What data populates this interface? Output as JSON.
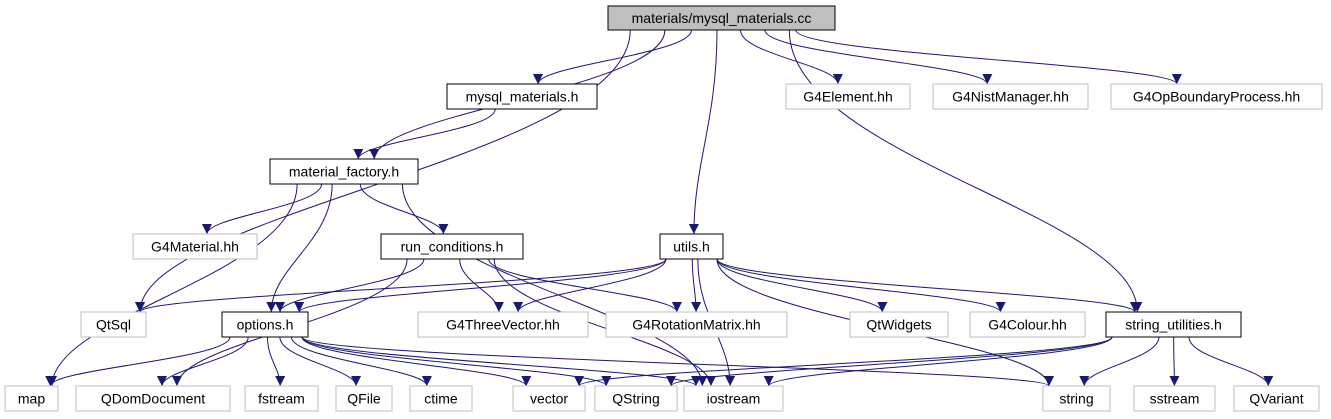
{
  "graph": {
    "colors": {
      "edge": "#191970",
      "root_fill": "#bfbfbf",
      "root_border": "#000000",
      "documented_border": "#000000",
      "external_border": "#bfbfbf",
      "fill": "#ffffff"
    },
    "nodes": [
      {
        "id": "root",
        "label": "materials/mysql_materials.cc",
        "kind": "root"
      },
      {
        "id": "mysql_materials_h",
        "label": "mysql_materials.h",
        "kind": "documented"
      },
      {
        "id": "material_factory_h",
        "label": "material_factory.h",
        "kind": "documented"
      },
      {
        "id": "run_conditions_h",
        "label": "run_conditions.h",
        "kind": "documented"
      },
      {
        "id": "utils_h",
        "label": "utils.h",
        "kind": "documented"
      },
      {
        "id": "options_h",
        "label": "options.h",
        "kind": "documented"
      },
      {
        "id": "string_utilities_h",
        "label": "string_utilities.h",
        "kind": "documented"
      },
      {
        "id": "g4element",
        "label": "G4Element.hh",
        "kind": "external"
      },
      {
        "id": "g4nistmanager",
        "label": "G4NistManager.hh",
        "kind": "external"
      },
      {
        "id": "g4opboundary",
        "label": "G4OpBoundaryProcess.hh",
        "kind": "external"
      },
      {
        "id": "g4material",
        "label": "G4Material.hh",
        "kind": "external"
      },
      {
        "id": "qtsql",
        "label": "QtSql",
        "kind": "external"
      },
      {
        "id": "g4threevector",
        "label": "G4ThreeVector.hh",
        "kind": "external"
      },
      {
        "id": "g4rotationmatrix",
        "label": "G4RotationMatrix.hh",
        "kind": "external"
      },
      {
        "id": "qtwidgets",
        "label": "QtWidgets",
        "kind": "external"
      },
      {
        "id": "g4colour",
        "label": "G4Colour.hh",
        "kind": "external"
      },
      {
        "id": "map",
        "label": "map",
        "kind": "external"
      },
      {
        "id": "qdomdocument",
        "label": "QDomDocument",
        "kind": "external"
      },
      {
        "id": "fstream",
        "label": "fstream",
        "kind": "external"
      },
      {
        "id": "qfile",
        "label": "QFile",
        "kind": "external"
      },
      {
        "id": "ctime",
        "label": "ctime",
        "kind": "external"
      },
      {
        "id": "vector",
        "label": "vector",
        "kind": "external"
      },
      {
        "id": "qstring",
        "label": "QString",
        "kind": "external"
      },
      {
        "id": "iostream",
        "label": "iostream",
        "kind": "external"
      },
      {
        "id": "string",
        "label": "string",
        "kind": "external"
      },
      {
        "id": "sstream",
        "label": "sstream",
        "kind": "external"
      },
      {
        "id": "qvariant",
        "label": "QVariant",
        "kind": "external"
      }
    ],
    "edges": [
      [
        "root",
        "mysql_materials_h"
      ],
      [
        "root",
        "material_factory_h"
      ],
      [
        "root",
        "qtsql"
      ],
      [
        "root",
        "utils_h"
      ],
      [
        "root",
        "string_utilities_h"
      ],
      [
        "root",
        "g4element"
      ],
      [
        "root",
        "g4nistmanager"
      ],
      [
        "root",
        "g4opboundary"
      ],
      [
        "mysql_materials_h",
        "material_factory_h"
      ],
      [
        "material_factory_h",
        "g4material"
      ],
      [
        "material_factory_h",
        "map"
      ],
      [
        "material_factory_h",
        "run_conditions_h"
      ],
      [
        "material_factory_h",
        "options_h"
      ],
      [
        "material_factory_h",
        "iostream"
      ],
      [
        "run_conditions_h",
        "options_h"
      ],
      [
        "run_conditions_h",
        "g4threevector"
      ],
      [
        "run_conditions_h",
        "g4rotationmatrix"
      ],
      [
        "run_conditions_h",
        "qdomdocument"
      ],
      [
        "run_conditions_h",
        "iostream"
      ],
      [
        "utils_h",
        "qtsql"
      ],
      [
        "utils_h",
        "options_h"
      ],
      [
        "utils_h",
        "g4threevector"
      ],
      [
        "utils_h",
        "g4rotationmatrix"
      ],
      [
        "utils_h",
        "qtwidgets"
      ],
      [
        "utils_h",
        "g4colour"
      ],
      [
        "utils_h",
        "string_utilities_h"
      ],
      [
        "utils_h",
        "iostream"
      ],
      [
        "utils_h",
        "string"
      ],
      [
        "options_h",
        "map"
      ],
      [
        "options_h",
        "qdomdocument"
      ],
      [
        "options_h",
        "fstream"
      ],
      [
        "options_h",
        "qfile"
      ],
      [
        "options_h",
        "ctime"
      ],
      [
        "options_h",
        "vector"
      ],
      [
        "options_h",
        "qstring"
      ],
      [
        "options_h",
        "iostream"
      ],
      [
        "options_h",
        "string"
      ],
      [
        "string_utilities_h",
        "vector"
      ],
      [
        "string_utilities_h",
        "qstring"
      ],
      [
        "string_utilities_h",
        "iostream"
      ],
      [
        "string_utilities_h",
        "string"
      ],
      [
        "string_utilities_h",
        "sstream"
      ],
      [
        "string_utilities_h",
        "qvariant"
      ]
    ]
  }
}
